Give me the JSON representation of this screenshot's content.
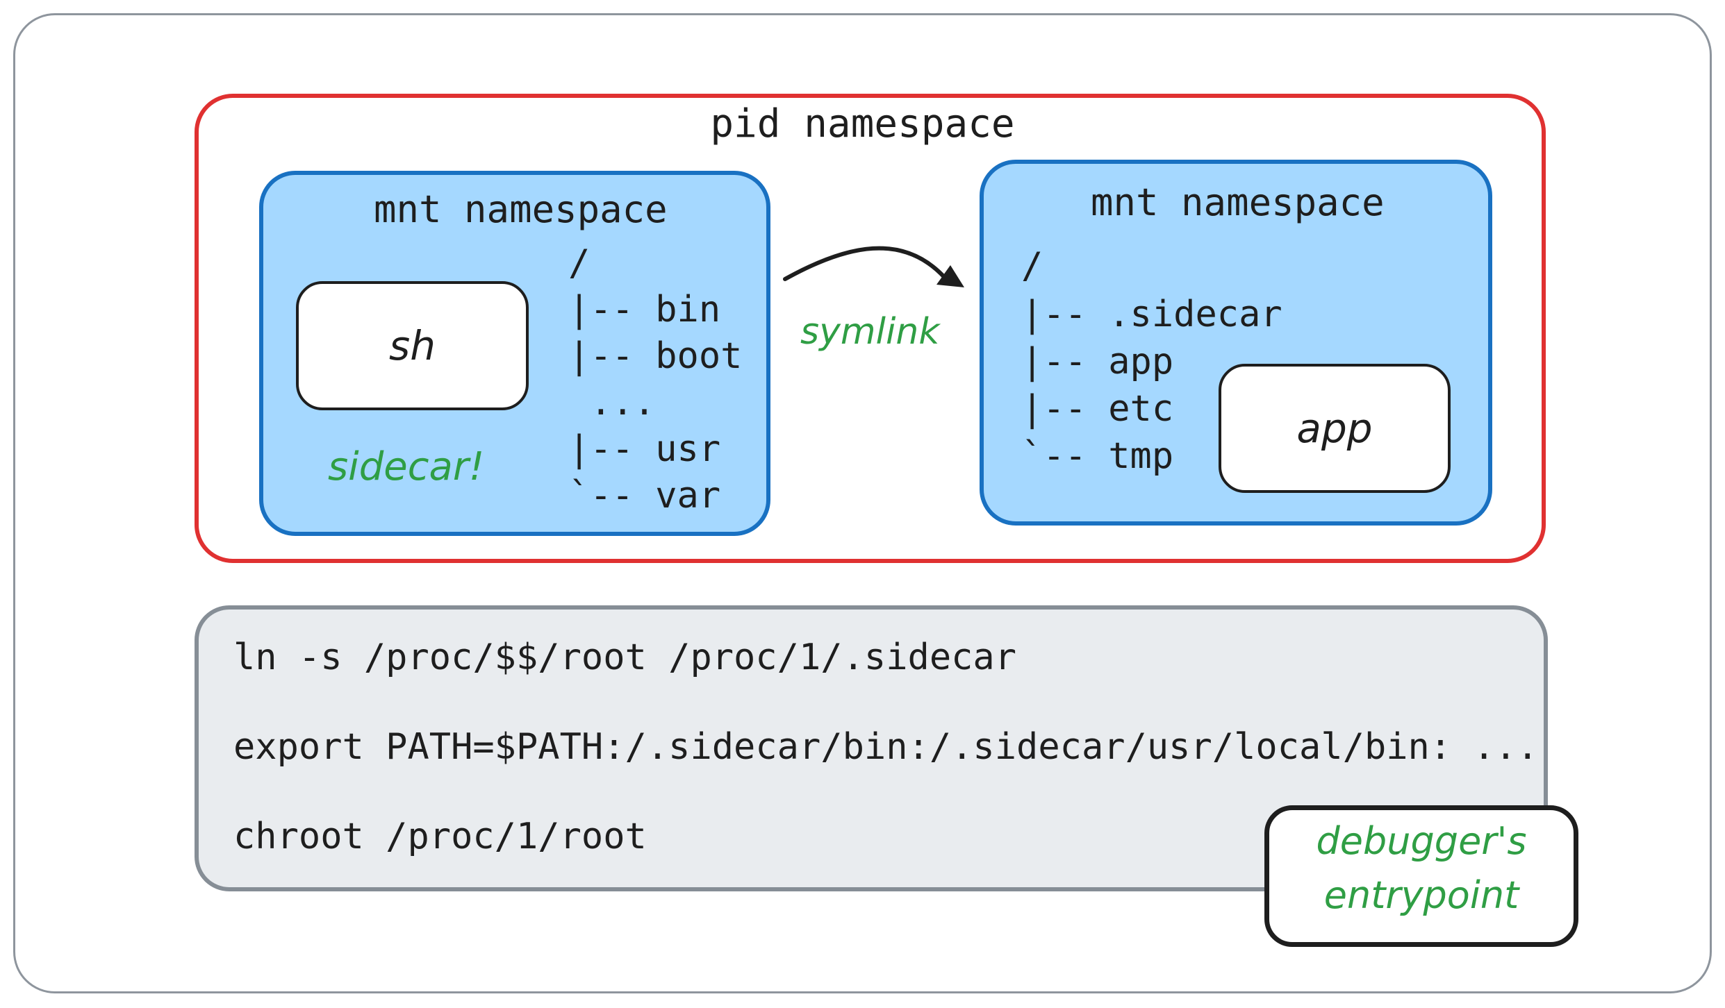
{
  "pid_namespace": {
    "title": "pid namespace"
  },
  "left_mnt": {
    "title": "mnt namespace",
    "process": "sh",
    "tag": "sidecar!",
    "tree": [
      "/",
      "|-- bin",
      "|-- boot",
      " ...",
      "|-- usr",
      "`-- var"
    ]
  },
  "right_mnt": {
    "title": "mnt namespace",
    "process": "app",
    "tree": [
      "/",
      "|-- .sidecar",
      "|-- app",
      "|-- etc",
      "`-- tmp"
    ]
  },
  "arrow": {
    "label": "symlink"
  },
  "commands": [
    "ln -s /proc/$$/root /proc/1/.sidecar",
    "export PATH=$PATH:/.sidecar/bin:/.sidecar/usr/local/bin: ...",
    "chroot /proc/1/root"
  ],
  "entrypoint": {
    "line1": "debugger's",
    "line2": "entrypoint"
  },
  "colors": {
    "pid_border": "#e03131",
    "mnt_border": "#1971c2",
    "mnt_fill": "#a5d8ff",
    "handwritten": "#2f9e44",
    "cmd_fill": "#e9ecef",
    "cmd_border": "#868e96"
  }
}
